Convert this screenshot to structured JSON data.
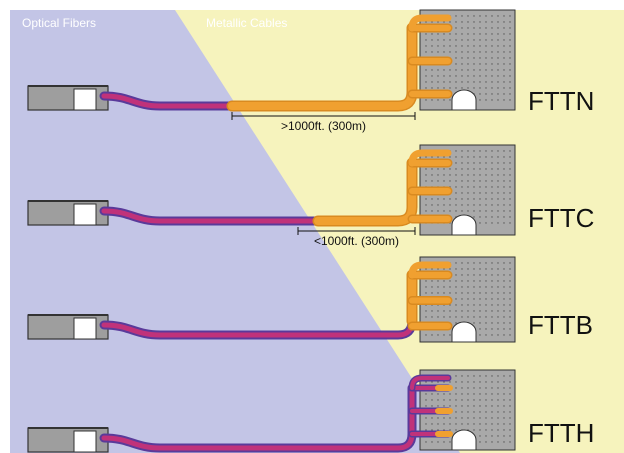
{
  "header": {
    "left_label": "Optical Fibers",
    "right_label": "Metallic Cables"
  },
  "rows": [
    {
      "label": "FTTN",
      "distance_label": ">1000ft. (300m)"
    },
    {
      "label": "FTTC",
      "distance_label": "<1000ft. (300m)"
    },
    {
      "label": "FTTB"
    },
    {
      "label": "FTTH"
    }
  ],
  "colors": {
    "fiber_region": "#c3c5e6",
    "metal_region": "#f6f3bd",
    "fiber_cable": "#c0327a",
    "fiber_outline": "#5a3a9a",
    "copper_cable": "#f0a030",
    "building_fill": "#a9a9a9",
    "building_dots": "#555555",
    "cabinet_fill": "#9a9a9a"
  }
}
